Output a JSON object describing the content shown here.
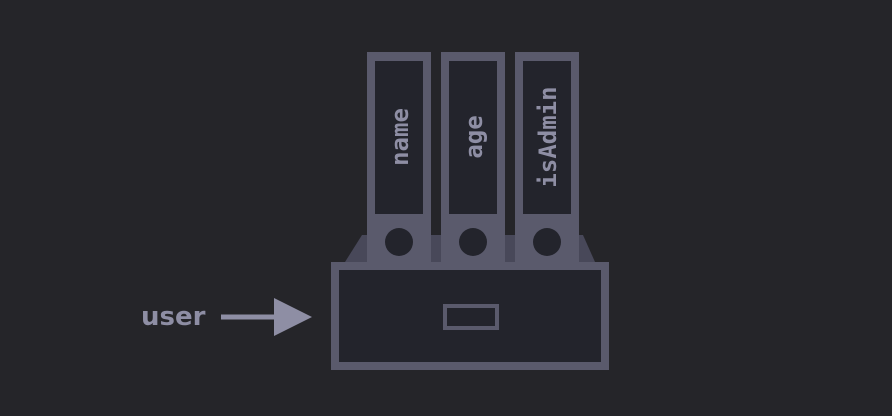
{
  "label": "user",
  "fields": [
    {
      "name": "name"
    },
    {
      "name": "age"
    },
    {
      "name": "isAdmin"
    }
  ],
  "colors": {
    "background": "#252529",
    "frame": "#5a5a6c",
    "fill": "#23242c",
    "text": "#8e8ea4",
    "arrow": "#8e8ea4"
  }
}
